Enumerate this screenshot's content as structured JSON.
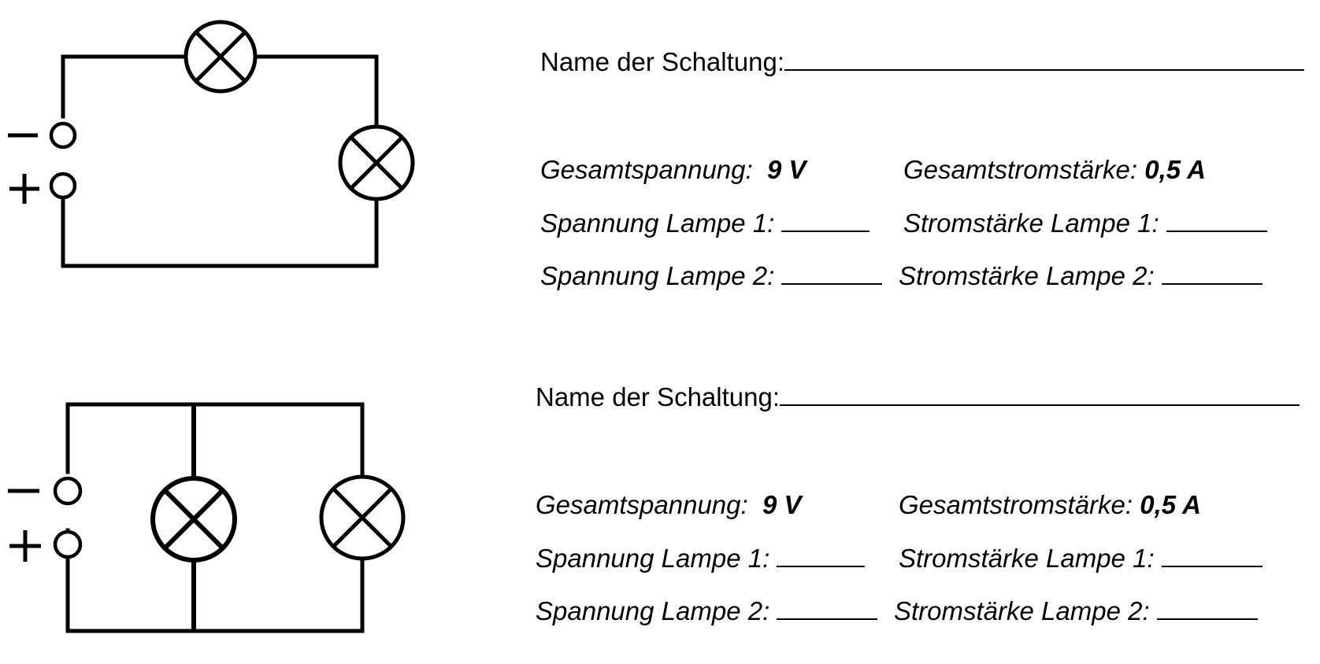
{
  "sections": [
    {
      "name_label": "Name der Schaltung:",
      "total_voltage_label": "Gesamtspannung:",
      "total_voltage_value": "9 V",
      "total_current_label": "Gesamtstromstärke:",
      "total_current_value": "0,5 A",
      "voltage_lamp1_label": "Spannung Lampe 1:",
      "voltage_lamp2_label": "Spannung Lampe 2:",
      "current_lamp1_label": "Stromstärke Lampe 1:",
      "current_lamp2_label": "Stromstärke Lampe 2:"
    },
    {
      "name_label": "Name der Schaltung:",
      "total_voltage_label": "Gesamtspannung:",
      "total_voltage_value": "9 V",
      "total_current_label": "Gesamtstromstärke:",
      "total_current_value": "0,5 A",
      "voltage_lamp1_label": "Spannung Lampe 1:",
      "voltage_lamp2_label": "Spannung Lampe 2:",
      "current_lamp1_label": "Stromstärke Lampe 1:",
      "current_lamp2_label": "Stromstärke Lampe 2:"
    }
  ],
  "circuits": [
    {
      "type": "series",
      "components": [
        "battery-terminals",
        "lamp",
        "lamp"
      ]
    },
    {
      "type": "parallel",
      "components": [
        "battery-terminals",
        "lamp",
        "lamp"
      ]
    }
  ],
  "colors": {
    "ink": "#000000",
    "background": "#ffffff"
  }
}
